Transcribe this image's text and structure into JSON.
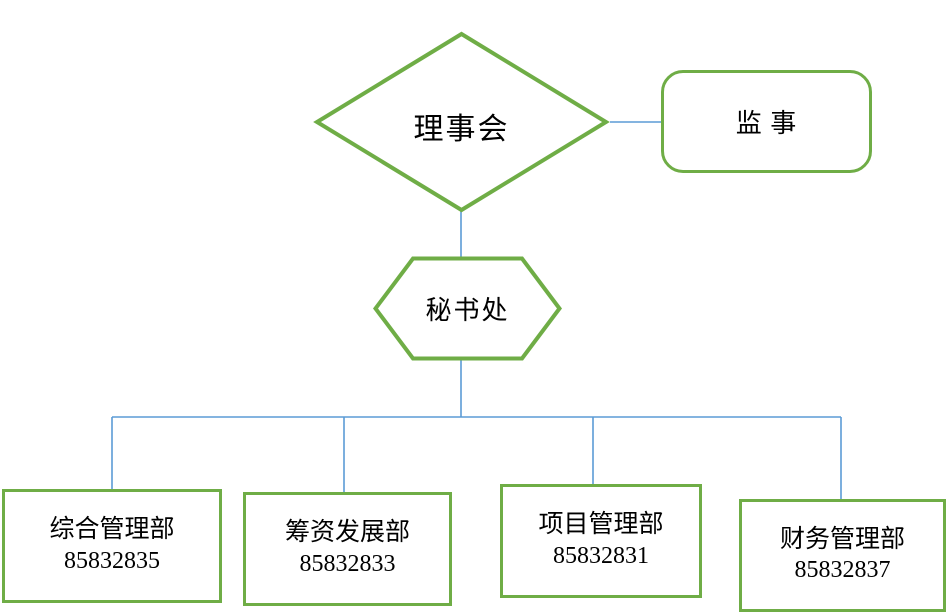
{
  "diagram": {
    "type": "organization-chart",
    "title": "",
    "colors": {
      "node_border_green": "#6FAD46",
      "connector_blue": "#5B9BD5",
      "node_fill": "#FFFFFF",
      "text": "#000000"
    },
    "nodes": {
      "board": {
        "shape": "diamond",
        "label": "理事会"
      },
      "supervisor": {
        "shape": "rounded-rectangle",
        "label": "监 事"
      },
      "secretariat": {
        "shape": "hexagon",
        "label": "秘书处"
      },
      "departments": [
        {
          "name": "综合管理部",
          "phone": "85832835"
        },
        {
          "name": "筹资发展部",
          "phone": "85832833"
        },
        {
          "name": "项目管理部",
          "phone": "85832831"
        },
        {
          "name": "财务管理部",
          "phone": "85832837"
        }
      ]
    },
    "connectors": [
      {
        "from": "board",
        "to": "supervisor",
        "style": "horizontal"
      },
      {
        "from": "board",
        "to": "secretariat",
        "style": "vertical"
      },
      {
        "from": "secretariat",
        "to": "departments",
        "style": "bus"
      }
    ]
  }
}
